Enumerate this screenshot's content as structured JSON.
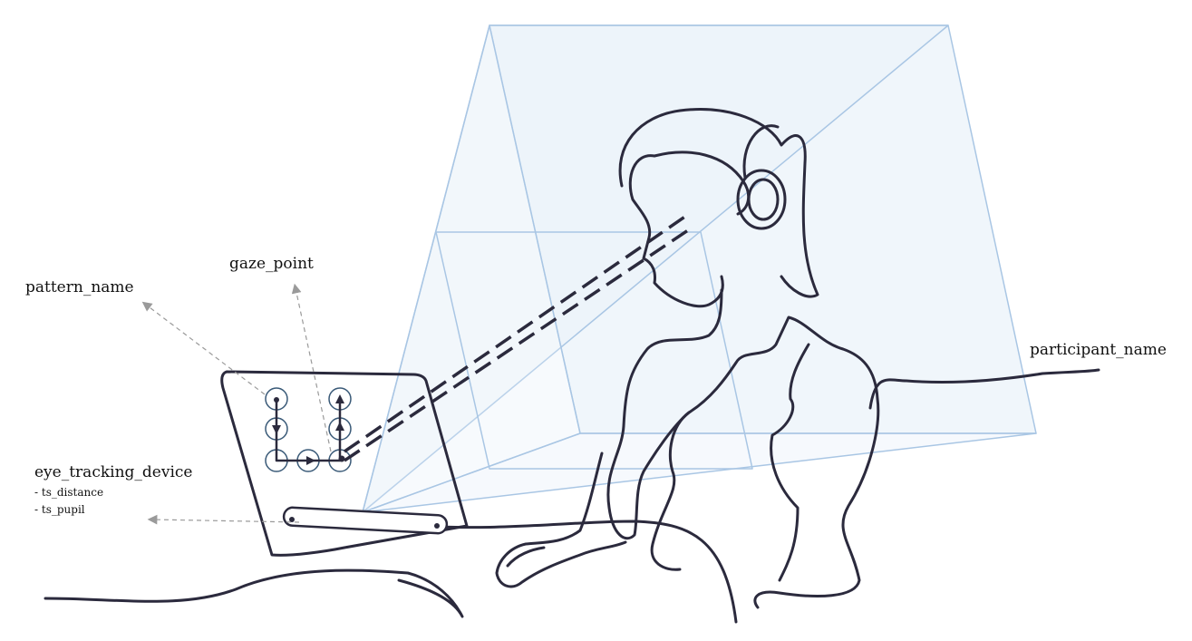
{
  "labels": {
    "pattern_name": "pattern_name",
    "gaze_point": "gaze_point",
    "participant_name": "participant_name",
    "eye_tracking_device": "eye_tracking_device",
    "device_attributes": [
      "- ts_distance",
      "- ts_pupil"
    ]
  },
  "colors": {
    "line_art": "#2b2a3d",
    "frustum_stroke": "#a9c6e4",
    "frustum_fill": "#e4eef8",
    "pattern_circle": "#3a5a78",
    "pointer_arrow": "#9a9a9a"
  }
}
